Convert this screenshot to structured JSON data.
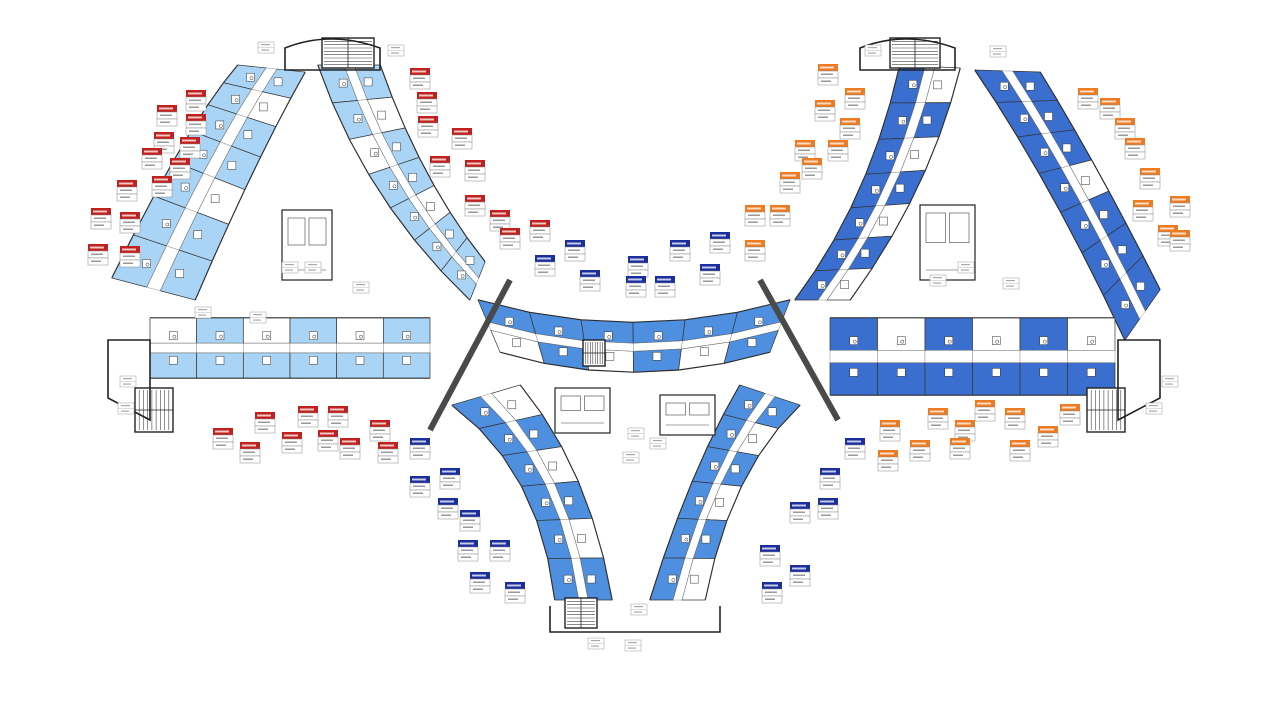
{
  "floorplan": {
    "colors": {
      "unit_light": "#a9d4f5",
      "unit_mid": "#4f8fe0",
      "unit_dark": "#3a6fd0",
      "tag_red": "#c0201e",
      "tag_navy": "#1b2e9e",
      "tag_orange": "#ee7a22",
      "section_joint": "#4a4a4a",
      "wall": "#222222"
    },
    "sections": [
      {
        "id": "left-wing"
      },
      {
        "id": "center-wing"
      },
      {
        "id": "right-wing"
      }
    ]
  }
}
